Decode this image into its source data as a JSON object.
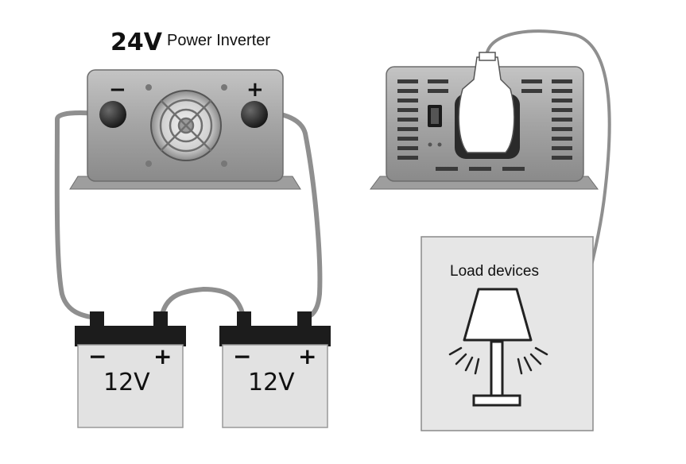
{
  "title": {
    "voltage": "24V",
    "label": "Power Inverter"
  },
  "inverter_front": {
    "minus_sign": "−",
    "plus_sign": "+"
  },
  "batteries": [
    {
      "voltage": "12V",
      "minus_sign": "−",
      "plus_sign": "+"
    },
    {
      "voltage": "12V",
      "minus_sign": "−",
      "plus_sign": "+"
    }
  ],
  "load": {
    "label": "Load devices"
  },
  "colors": {
    "cable": "#8f8f8f",
    "inverter_body": "#a8a8a8",
    "battery_body": "#e2e2e2",
    "battery_lid": "#1c1c1c",
    "load_panel": "#e6e6e6"
  }
}
